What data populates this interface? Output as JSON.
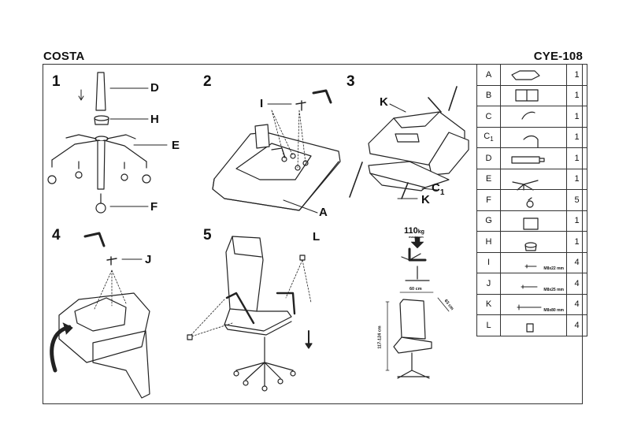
{
  "header": {
    "title_left": "COSTA",
    "title_right": "CYE-108"
  },
  "steps": [
    "1",
    "2",
    "3",
    "4",
    "5"
  ],
  "callouts": {
    "step1": [
      "D",
      "H",
      "E",
      "F"
    ],
    "step2": [
      "I",
      "A"
    ],
    "step3": [
      "K",
      "C",
      "1",
      "K"
    ],
    "step4": [
      "J"
    ],
    "step5": [
      "L"
    ]
  },
  "spec": {
    "max_load": "110",
    "max_load_unit": "kg",
    "max_load_note": "maximum",
    "width": "60 cm",
    "depth": "63 cm",
    "height": "117-124 cm"
  },
  "parts": [
    {
      "letter": "A",
      "sub": "",
      "icon": "seat-icon",
      "caption": "",
      "qty": "1"
    },
    {
      "letter": "B",
      "sub": "",
      "icon": "backrest-icon",
      "caption": "",
      "qty": "1"
    },
    {
      "letter": "C",
      "sub": "",
      "icon": "armrest-icon",
      "caption": "",
      "qty": "1"
    },
    {
      "letter": "C",
      "sub": "1",
      "icon": "armrest-icon",
      "caption": "",
      "qty": "1"
    },
    {
      "letter": "D",
      "sub": "",
      "icon": "gas-lift-icon",
      "caption": "",
      "qty": "1"
    },
    {
      "letter": "E",
      "sub": "",
      "icon": "base-star-icon",
      "caption": "",
      "qty": "1"
    },
    {
      "letter": "F",
      "sub": "",
      "icon": "caster-icon",
      "caption": "",
      "qty": "5"
    },
    {
      "letter": "G",
      "sub": "",
      "icon": "mechanism-icon",
      "caption": "",
      "qty": "1"
    },
    {
      "letter": "H",
      "sub": "",
      "icon": "bushing-icon",
      "caption": "",
      "qty": "1"
    },
    {
      "letter": "I",
      "sub": "",
      "icon": "screw-icon",
      "caption": "M8x22 mm",
      "qty": "4"
    },
    {
      "letter": "J",
      "sub": "",
      "icon": "screw-icon",
      "caption": "M8x25 mm",
      "qty": "4"
    },
    {
      "letter": "K",
      "sub": "",
      "icon": "screw-icon",
      "caption": "M8x80 mm",
      "qty": "4"
    },
    {
      "letter": "L",
      "sub": "",
      "icon": "cap-icon",
      "caption": "",
      "qty": "4"
    }
  ]
}
